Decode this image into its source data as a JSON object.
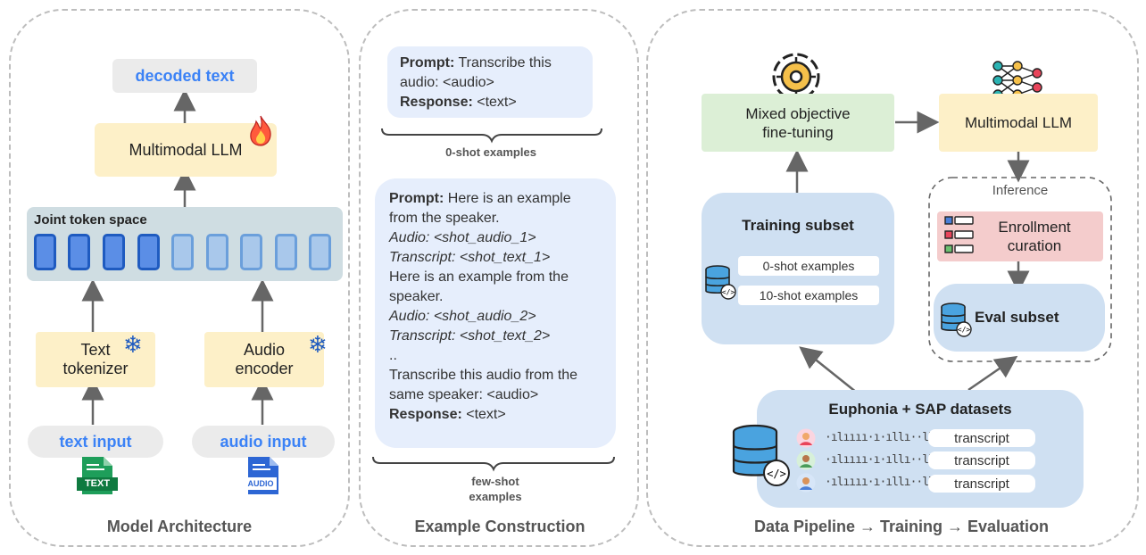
{
  "panels": {
    "architecture": {
      "title": "Model Architecture"
    },
    "examples": {
      "title": "Example Construction"
    },
    "pipeline": {
      "title": "Data Pipeline → Training  → Evaluation"
    }
  },
  "architecture": {
    "decoded_text": "decoded text",
    "llm": "Multimodal LLM",
    "joint_token_space": "Joint token space",
    "text_tokenizer": "Text tokenizer",
    "text_tokenizer_l1": "Text",
    "text_tokenizer_l2": "tokenizer",
    "audio_encoder_l1": "Audio",
    "audio_encoder_l2": "encoder",
    "text_input": "text input",
    "audio_input": "audio input",
    "text_file_label": "TEXT",
    "audio_file_label": "AUDIO"
  },
  "examples": {
    "zero_shot": {
      "prompt_label": "Prompt:",
      "prompt_text": " Transcribe this audio: <audio>",
      "response_label": "Response:",
      "response_text": " <text>",
      "caption": "0-shot examples"
    },
    "few_shot": {
      "prompt_label": "Prompt:",
      "line1": " Here is an example from the speaker.",
      "audio1": "Audio: <shot_audio_1>",
      "transcript1": "Transcript: <shot_text_1>",
      "line2": "Here is an example from the speaker.",
      "audio2": "Audio: <shot_audio_2>",
      "transcript2": "Transcript: <shot_text_2>",
      "ellipsis": "..",
      "line3": "Transcribe this audio from the same speaker: <audio>",
      "response_label": "Response:",
      "response_text": " <text>",
      "caption_l1": "few-shot",
      "caption_l2": "examples"
    }
  },
  "pipeline": {
    "finetune_l1": "Mixed objective",
    "finetune_l2": "fine-tuning",
    "llm": "Multimodal LLM",
    "inference": "Inference",
    "enrollment_l1": "Enrollment",
    "enrollment_l2": "curation",
    "training_subset": "Training subset",
    "zero_shot_chip": "0-shot examples",
    "ten_shot_chip": "10-shot examples",
    "eval_subset": "Eval subset",
    "datasets": "Euphonia + SAP datasets",
    "transcripts": [
      "transcript",
      "transcript",
      "transcript"
    ],
    "waveform": "·ılıııı·ı·ıllı··llı··ılı·ılı·"
  },
  "colors": {
    "accent_blue": "#3b82f6",
    "yellow_box": "#fdf0c8",
    "green_box": "#dcefd6",
    "blue_box": "#cfe0f2",
    "red_box": "#f4cccc"
  },
  "icons": [
    "fire-icon",
    "snowflake-icon",
    "text-file-icon",
    "audio-file-icon",
    "gear-icon",
    "neural-network-icon",
    "database-icon",
    "list-icon",
    "person-icon"
  ]
}
